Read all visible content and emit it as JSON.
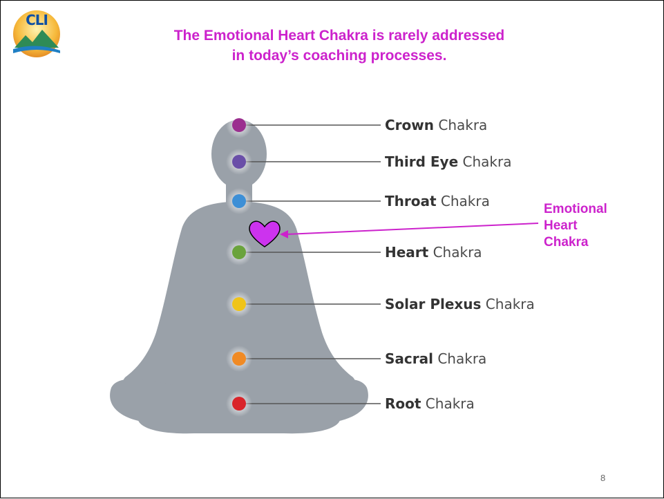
{
  "logo": {
    "text": "CLI"
  },
  "title": {
    "line1": "The Emotional Heart Chakra is rarely addressed",
    "line2": "in today’s coaching processes."
  },
  "chakras": [
    {
      "name": "Crown",
      "suffix": " Chakra",
      "color": "#9b2f8f"
    },
    {
      "name": "Third Eye",
      "suffix": " Chakra",
      "color": "#6a4fa8"
    },
    {
      "name": "Throat",
      "suffix": " Chakra",
      "color": "#3d8fd6"
    },
    {
      "name": "Heart",
      "suffix": " Chakra",
      "color": "#6aa33c"
    },
    {
      "name": "Solar Plexus",
      "suffix": " Chakra",
      "color": "#f0c419"
    },
    {
      "name": "Sacral",
      "suffix": " Chakra",
      "color": "#f08a24"
    },
    {
      "name": "Root",
      "suffix": " Chakra",
      "color": "#d9242a"
    }
  ],
  "emotional_heart": {
    "line1": "Emotional",
    "line2": "Heart",
    "line3": "Chakra",
    "color": "#cc22cc"
  },
  "page_number": "8"
}
